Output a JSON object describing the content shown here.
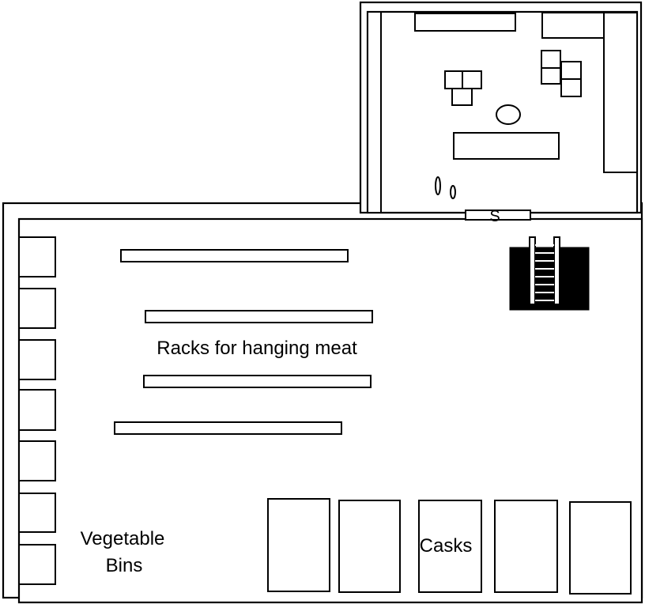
{
  "labels": {
    "racks": "Racks for hanging meat",
    "vegetable_bins_line1": "Vegetable",
    "vegetable_bins_line2": "Bins",
    "casks": "Casks",
    "door": "S"
  }
}
